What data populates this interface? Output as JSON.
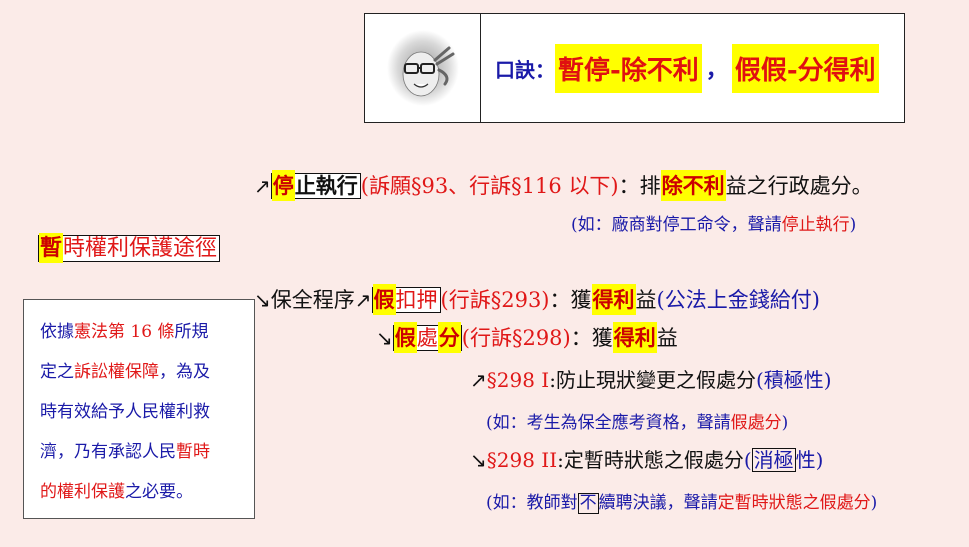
{
  "mnemonic": {
    "avatar": "sketch-portrait-peace-sign",
    "label": "口訣：",
    "phrase1": "暫停-除不利",
    "separator": "，",
    "phrase2": "假假-分得利"
  },
  "root": {
    "first_char": "暫",
    "rest": "時權利保護途徑"
  },
  "branch_stop": {
    "arrow": "↗",
    "first_char": "停",
    "rest": "止執行",
    "ref": "(訴願§93、行訴§116 以下)",
    "colon": "：排",
    "key": "除不利",
    "tail": "益之行政處分。",
    "example_open": "(如：廠商對停工命令，聲請",
    "example_key": "停止執行",
    "example_close": ")"
  },
  "branch_preserve": {
    "arrow": "↘",
    "label": "保全程序",
    "seizure": {
      "arrow": "↗",
      "first_char": "假",
      "rest": "扣押",
      "ref": "(行訴§293)",
      "colon": "：獲",
      "key": "得利",
      "tail": "益",
      "note": "(公法上金錢給付)"
    },
    "injunction": {
      "arrow": "↘",
      "c1": "假",
      "c2": "處",
      "c3": "分",
      "ref": "(行訴§298)",
      "colon": "：獲",
      "key": "得利",
      "tail": "益"
    },
    "para1": {
      "arrow": "↗",
      "ref": "§298 I",
      "text": ":防止現狀變更之假處分",
      "note": "(積極性)",
      "example_open": "(如：考生為保全應考資格，聲請",
      "example_key": "假處分",
      "example_close": ")"
    },
    "para2": {
      "arrow": "↘",
      "ref": "§298 II",
      "text": ":定暫時狀態之假處分",
      "note_open": "(",
      "note_boxed": "消極",
      "note_close": "性)",
      "example_open": "(如：教師對",
      "example_boxed": "不",
      "example_mid": "續聘決議，聲請",
      "example_key": "定暫時狀態之假處分",
      "example_close": ")"
    }
  },
  "note_box": {
    "l1a": "依據",
    "l1b": "憲法第 16 條",
    "l1c": "所規",
    "l2a": "定之",
    "l2b": "訴訟權保障",
    "l2c": "，為及",
    "l3": "時有效給予人民權利救",
    "l4a": "濟，乃有承認人民",
    "l4b": "暫時",
    "l5a": "的權利保護",
    "l5b": "之必要。"
  }
}
